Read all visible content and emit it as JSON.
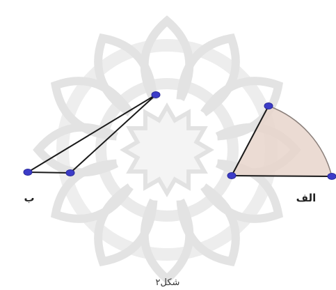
{
  "figure": {
    "caption": "شکل۲",
    "label_a": "الف",
    "label_b": "ب"
  },
  "colors": {
    "background": "#ffffff",
    "watermark": "#e4e4e4",
    "sector_fill": "#e9d8cf",
    "sector_stroke": "#8a7f7a",
    "triangle_stroke": "#1a1a1a",
    "vertex_fill": "#3c3cc8",
    "vertex_stroke": "#2a2a9a"
  }
}
